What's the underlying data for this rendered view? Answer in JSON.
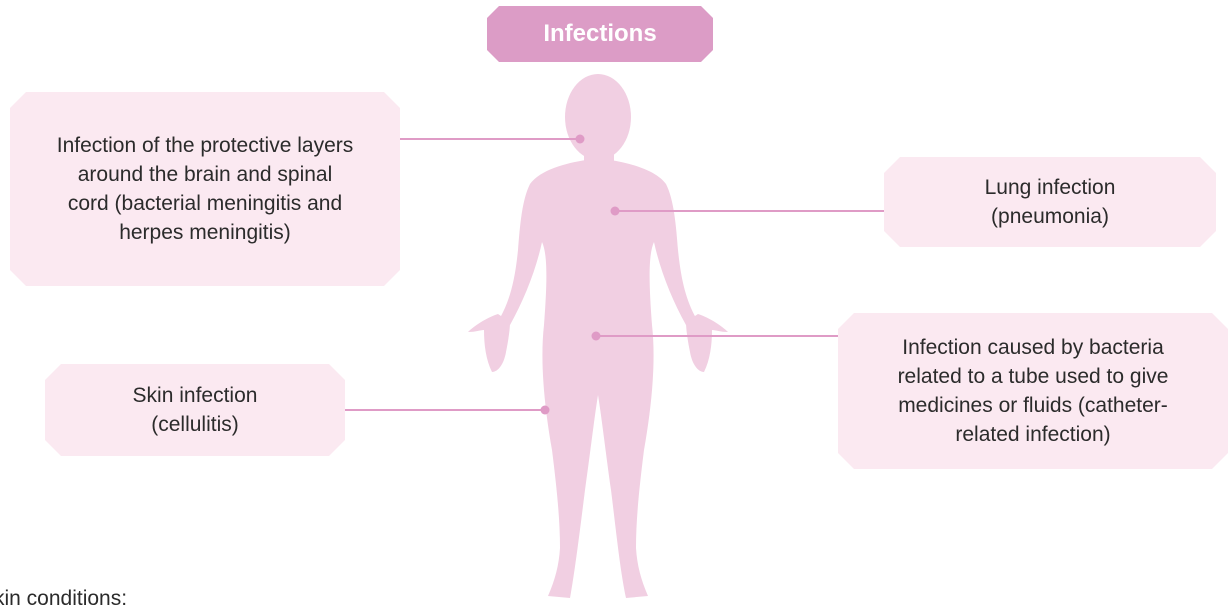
{
  "title": "Infections",
  "callouts": {
    "meningitis": "Infection of the protective layers around the brain and spinal cord (bacterial meningitis and herpes meningitis)",
    "lung": "Lung infection (pneumonia)",
    "catheter": "Infection caused by bacteria related to a tube used to give medicines or fluids (catheter-related infection)",
    "skin": "Skin infection (cellulitis)"
  },
  "footer_text": "kin conditions:",
  "colors": {
    "badge": "#dc9cc6",
    "callout_bg": "#fbe9f1",
    "body_silhouette": "#f1cfe2",
    "connector": "#df9bc6"
  }
}
